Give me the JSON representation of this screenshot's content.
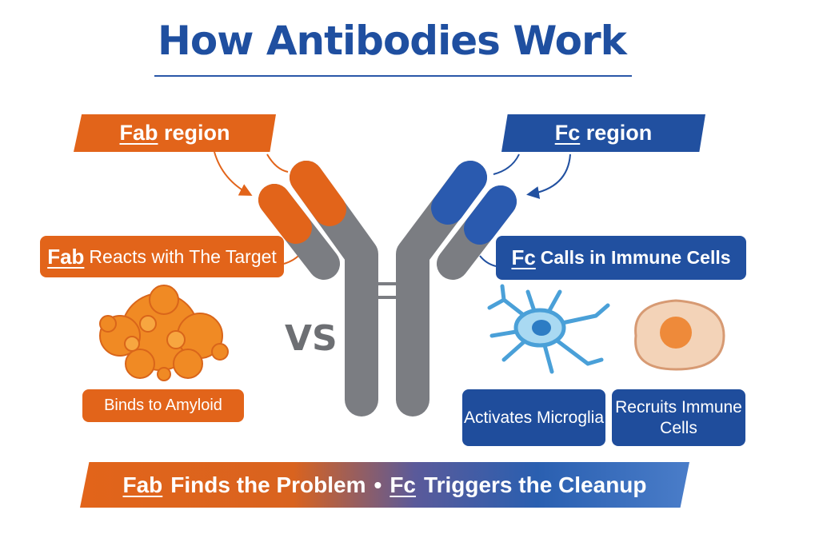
{
  "title": "How Antibodies Work",
  "fab": {
    "banner_key": "Fab",
    "banner_rest": "region",
    "box_key": "Fab",
    "box_rest": "Reacts with The Target",
    "result": "Binds to Amyloid"
  },
  "fc": {
    "banner_key": "Fc",
    "banner_rest": "region",
    "box_key": "Fc",
    "box_rest": "Calls in Immune Cells",
    "result_1": "Activates Microglia",
    "result_2": "Recruits Immune Cells"
  },
  "vs_label": "VS",
  "summary": {
    "part1_key": "Fab",
    "part1_rest": "Finds the Problem",
    "separator": "•",
    "part2_key": "Fc",
    "part2_rest": "Triggers the Cleanup"
  },
  "colors": {
    "orange": "#e2641a",
    "blue": "#2150a0",
    "gray": "#7b7d82"
  }
}
